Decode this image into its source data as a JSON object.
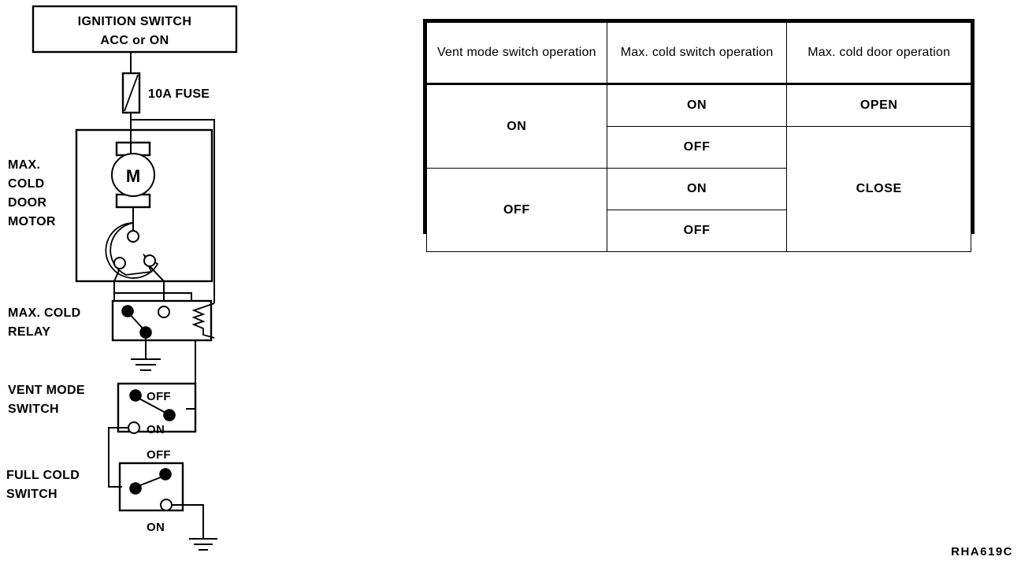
{
  "figure": {
    "code": "RHA619C"
  },
  "diagram": {
    "ignition_switch": {
      "line1": "IGNITION SWITCH",
      "line2": "ACC or ON"
    },
    "fuse_label": "10A FUSE",
    "motor_symbol": "M",
    "labels": {
      "motor": [
        "MAX.",
        "COLD",
        "DOOR",
        "MOTOR"
      ],
      "relay": [
        "MAX. COLD",
        "RELAY"
      ],
      "vent_mode_switch": [
        "VENT MODE",
        "SWITCH"
      ],
      "full_cold_switch": [
        "FULL COLD",
        "SWITCH"
      ]
    },
    "vent_mode_switch_positions": {
      "off": "OFF",
      "on": "ON"
    },
    "full_cold_switch_positions": {
      "off": "OFF",
      "on": "ON"
    }
  },
  "table": {
    "headers": [
      "Vent mode switch operation",
      "Max. cold switch operation",
      "Max. cold door operation"
    ],
    "rows": [
      {
        "vent": "ON",
        "maxcold": "ON",
        "door": "OPEN"
      },
      {
        "vent": "",
        "maxcold": "OFF",
        "door": "CLOSE"
      },
      {
        "vent": "OFF",
        "maxcold": "ON",
        "door": ""
      },
      {
        "vent": "",
        "maxcold": "OFF",
        "door": ""
      }
    ],
    "cells": {
      "vent_on": "ON",
      "vent_off": "OFF",
      "maxcold_r1": "ON",
      "maxcold_r2": "OFF",
      "maxcold_r3": "ON",
      "maxcold_r4": "OFF",
      "door_open": "OPEN",
      "door_close": "CLOSE"
    }
  },
  "colors": {
    "ink": "#000000",
    "paper": "#ffffff"
  }
}
